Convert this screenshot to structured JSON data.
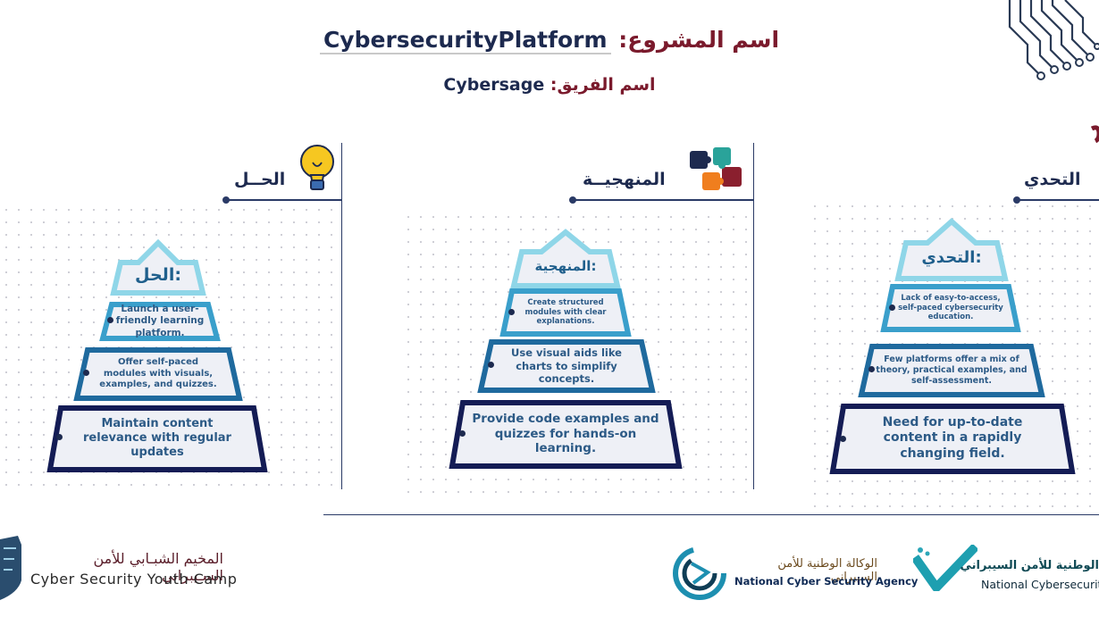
{
  "header": {
    "project_label": "اسم المشروع:",
    "project_name": "CybersecurityPlatform",
    "team_label": "اسم الفريق:",
    "team_name": "Cybersage"
  },
  "sections": {
    "solution": {
      "heading": "الحــل",
      "icon": "lightbulb-icon"
    },
    "methodology": {
      "heading": "المنهجيــة",
      "icon": "puzzle-icon"
    },
    "challenge": {
      "heading": "التحدي",
      "icon": "question-icon"
    }
  },
  "pyramids": {
    "solution": {
      "top": "الحل:",
      "levels": [
        "Launch a user-friendly learning platform.",
        "Offer self-paced modules with visuals, examples, and quizzes.",
        "Maintain content relevance with regular updates"
      ]
    },
    "methodology": {
      "top": "المنهجية:",
      "levels": [
        "Create structured modules with clear explanations.",
        "Use visual aids like charts to simplify concepts.",
        "Provide code examples and quizzes for hands-on learning."
      ]
    },
    "challenge": {
      "top": "التحدي:",
      "levels": [
        "Lack of easy-to-access, self-paced cybersecurity education.",
        "Few platforms offer a mix of theory, practical examples, and self-assessment.",
        "Need for up-to-date content in a rapidly changing field."
      ]
    }
  },
  "footer": {
    "camp_ar": "المخيم الشبـابي للأمن السـيبراني",
    "camp_en": "Cyber Security Youth Camp",
    "agency_ar": "الوكالة الوطنية للأمن السيبراني",
    "agency_en": "National Cyber Security Agency",
    "authority_ar": "الوطنية للأمن السيبراني",
    "authority_en": "National Cybersecurity"
  },
  "colors": {
    "maroon": "#7a1a2c",
    "navy": "#1d2a4f",
    "light_blue": "#8fd6e8",
    "mid_blue": "#3a9fcb",
    "dark_blue": "#1f6a9e",
    "deep_navy": "#141c55"
  }
}
